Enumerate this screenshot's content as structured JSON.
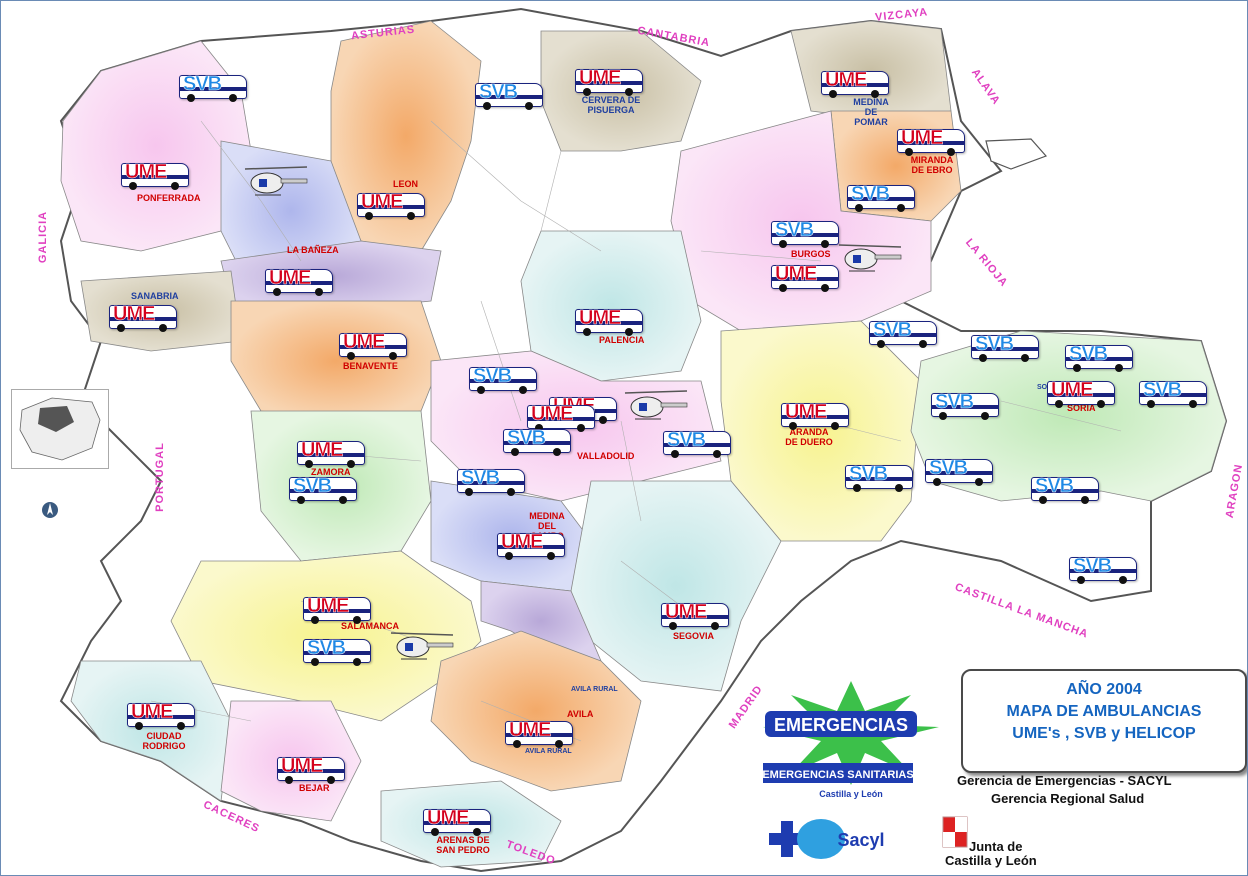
{
  "legend": {
    "line1": "AÑO 2004",
    "line2": "MAPA DE AMBULANCIAS",
    "line3": "UME's  , SVB y HELICOP"
  },
  "agencies": {
    "line1": "Gerencia de Emergencias - SACYL",
    "line2": "Gerencia Regional Salud"
  },
  "logos": {
    "emergencias": "EMERGENCIAS",
    "emergencias_sanitarias": "EMERGENCIAS SANITARIAS",
    "castilla_leon_small": "Castilla y León",
    "sacyl": "Sacyl",
    "junta_line1": "Junta de",
    "junta_line2": "Castilla y León"
  },
  "vehicle_labels": {
    "ume": "UME",
    "svb": "SVB"
  },
  "border_regions": [
    "ASTURIAS",
    "CANTABRIA",
    "VIZCAYA",
    "ALAVA",
    "LA RIOJA",
    "GALICIA",
    "PORTUGAL",
    "ARAGON",
    "CASTILLA LA MANCHA",
    "MADRID",
    "CACERES",
    "TOLEDO"
  ],
  "cities": [
    "PONFERRADA",
    "LEON",
    "LA BAÑEZA",
    "SANABRIA",
    "BENAVENTE",
    "ZAMORA",
    "CERVERA DE PISUERGA",
    "MEDINA DE POMAR",
    "MIRANDA DE EBRO",
    "BURGOS",
    "PALENCIA",
    "VALLADOLID",
    "ARANDA DE DUERO",
    "SORIA",
    "MEDINA DEL CAMPO",
    "SALAMANCA",
    "SEGOVIA",
    "CIUDAD RODRIGO",
    "BEJAR",
    "AVILA",
    "ARENAS DE SAN PEDRO"
  ],
  "sub_labels": [
    "SORIA RURAL",
    "AVILA RURAL",
    "AVILA RURAL"
  ],
  "colors": {
    "ume_text": "#d4001c",
    "svb_text": "#1e88e5",
    "border_label": "#e040c0",
    "legend_text": "#1565c0",
    "city_label": "#d00000"
  }
}
